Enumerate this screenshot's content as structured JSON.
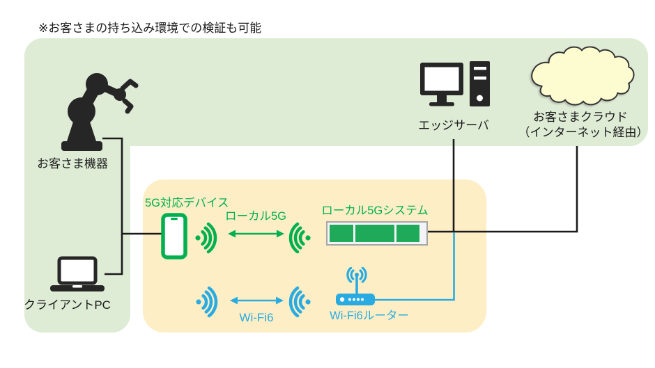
{
  "note": "※お客さまの持ち込み環境での検証も可能",
  "colors": {
    "zone-green": "#deebd5",
    "zone-orange": "#fdeec5",
    "cloud-fill": "#fdfbd0",
    "accent-green": "#00b050",
    "system-green": "#1faa5a",
    "accent-blue": "#29abe2",
    "line-black": "#1a1a1a",
    "icon-black": "#262626",
    "box-border": "#a6a6a6"
  },
  "customer_zone": {
    "device_label": "お客さま機器",
    "pc_label": "クライアントPC"
  },
  "infra_zone": {
    "edge_server_label": "エッジサーバ",
    "cloud_label_line1": "お客さまクラウド",
    "cloud_label_line2": "（インターネット経由）"
  },
  "local5g_zone": {
    "device_label": "5G対応デバイス",
    "link_5g_label": "ローカル5G",
    "system_label": "ローカル5Gシステム",
    "link_wifi_label": "Wi-Fi6",
    "router_label": "Wi-Fi6ルーター"
  }
}
